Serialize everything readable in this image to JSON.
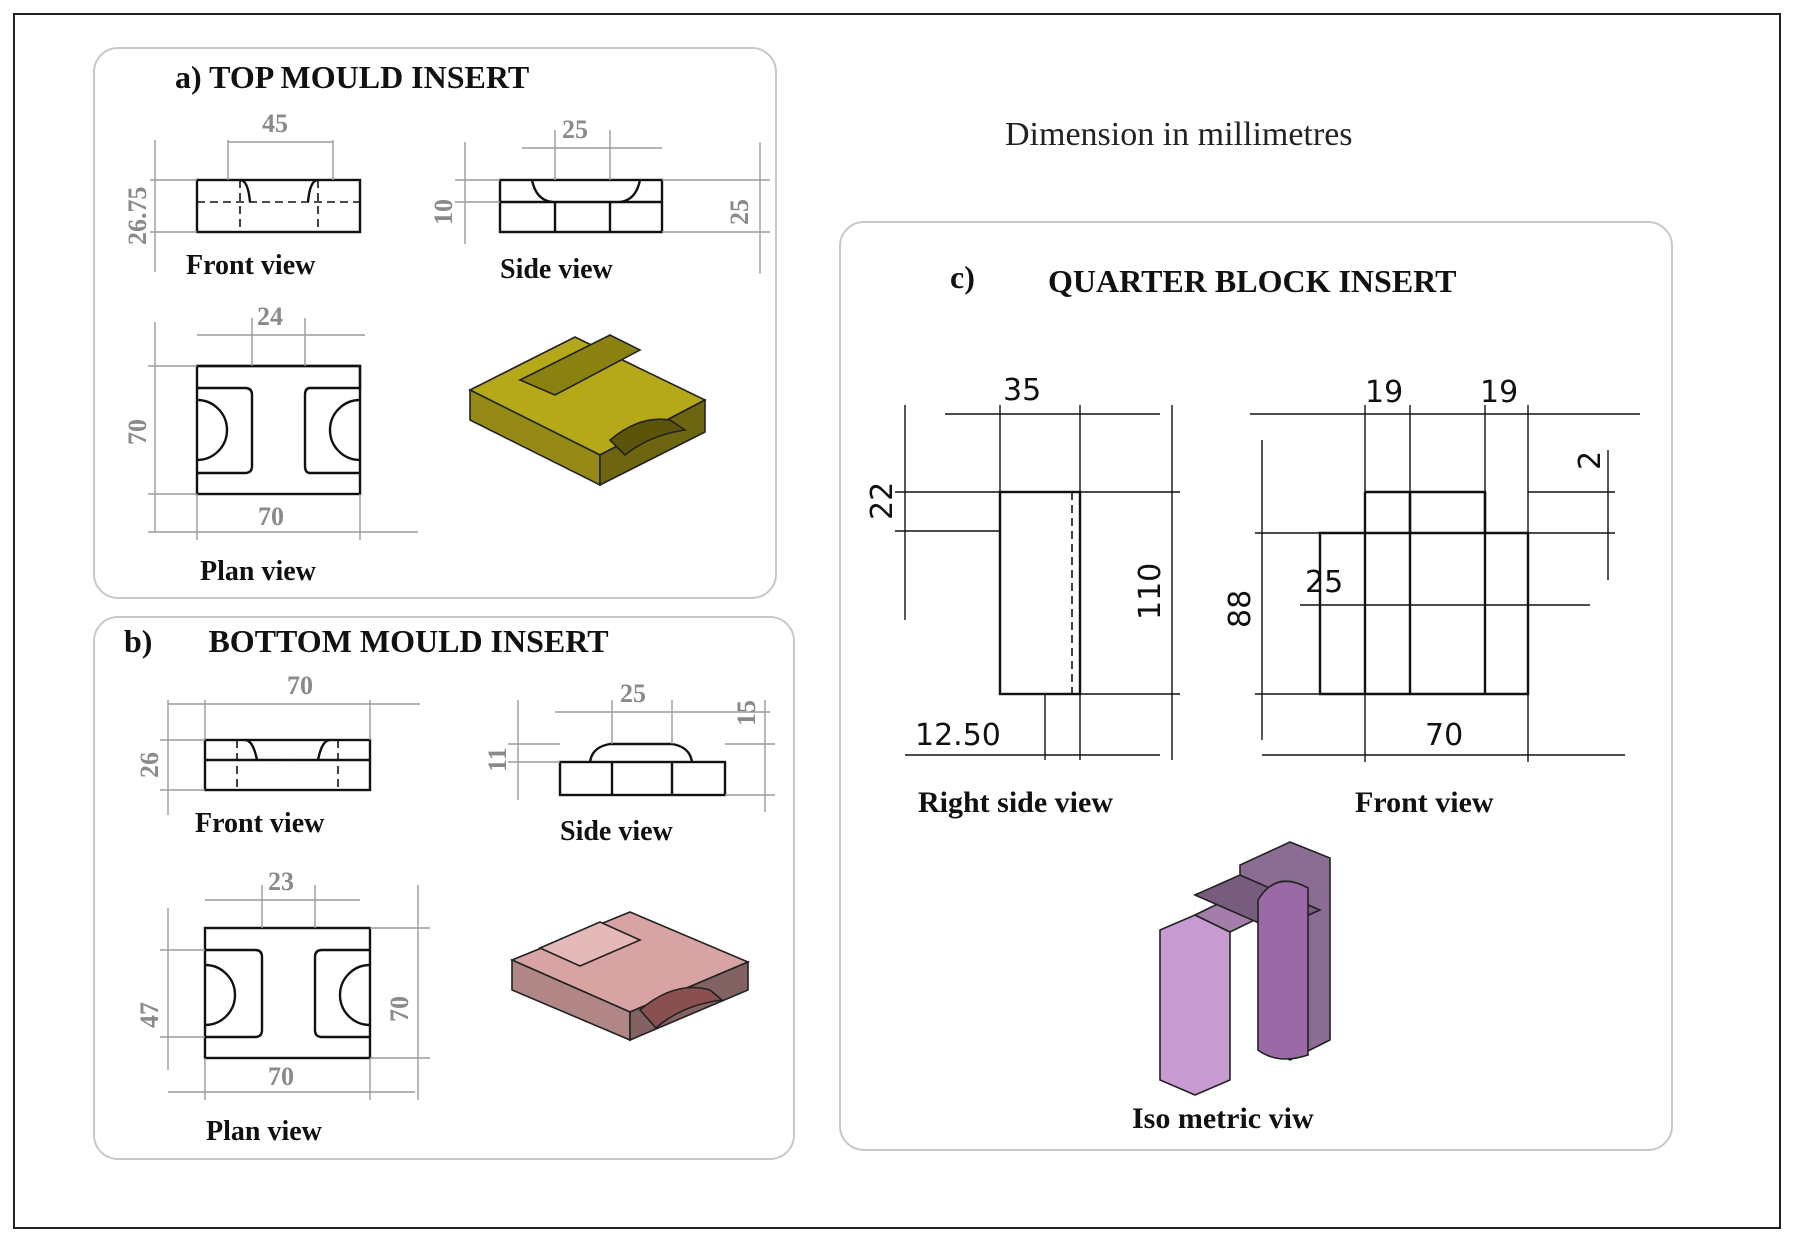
{
  "note": "Dimension in millimetres",
  "panel_a": {
    "title": "a)  TOP MOULD INSERT",
    "front_view": {
      "label": "Front view",
      "dim_width": "45",
      "dim_height": "26.75"
    },
    "side_view": {
      "label": "Side view",
      "dim_width": "25",
      "dim_left": "10",
      "dim_right": "25"
    },
    "plan_view": {
      "label": "Plan view",
      "dim_top": "24",
      "dim_left": "70",
      "dim_bottom": "70"
    },
    "iso_color": "#b5a819"
  },
  "panel_b": {
    "title": "b)       BOTTOM MOULD INSERT",
    "front_view": {
      "label": "Front view",
      "dim_width": "70",
      "dim_height": "26"
    },
    "side_view": {
      "label": "Side view",
      "dim_width": "25",
      "dim_right": "15",
      "dim_left": "11"
    },
    "plan_view": {
      "label": "Plan view",
      "dim_top": "23",
      "dim_left": "47",
      "dim_right": "70",
      "dim_bottom": "70"
    },
    "iso_color": "#d8a3a3"
  },
  "panel_c": {
    "title_prefix": "c)",
    "title": "QUARTER BLOCK INSERT",
    "right_side_view": {
      "label": "Right side view",
      "dim_top": "35",
      "dim_upper": "22",
      "dim_height": "110",
      "dim_bottom": "12.50"
    },
    "front_view": {
      "label": "Front view",
      "dim_top_left": "19",
      "dim_top_right": "19",
      "dim_right": "2",
      "dim_inner": "25",
      "dim_left": "88",
      "dim_bottom": "70"
    },
    "isometric_view": {
      "label": "Iso metric viw"
    },
    "iso_color": "#c79ad1"
  }
}
